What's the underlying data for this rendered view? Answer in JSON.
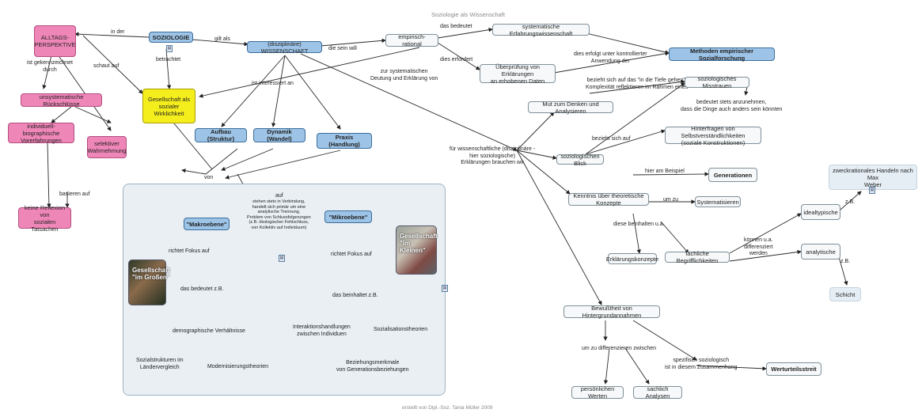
{
  "header": {
    "title": "Soziologie als Wissenschaft"
  },
  "footer": {
    "credit": "erstellt von Dipl.-Soz. Tania Müller 2009"
  },
  "nodes": {
    "alltags": "ALLTAGS-\nPERSPEKTIVE",
    "soziologie": "SOZIOLOGIE",
    "wissenschaft": "(disziplinäre) WISSENSCHAFT",
    "empirisch": "empirisch-rational",
    "systematisch": "systematische Erfahrungswissenschaft",
    "methoden": "Methoden empirischer Sozialforschung",
    "ueberpruefung": "Überprüfung von Erklärungen\nan erhobenen Daten",
    "rueckschluesse": "unsystematische Rückschlüsse",
    "individuell": "individuell-biographische\nVorerfahrungen",
    "selektiv": "selektiver\nWahrnehmung",
    "keine": "keine Reflexion von\nsozialen Tatsachen",
    "gesellschaft": "Gesellschaft als\nsozialer Wirklichkeit",
    "aufbau": "Aufbau (Struktur)",
    "dynamik": "Dynamik (Wandel)",
    "praxis": "Praxis (Handlung)",
    "mut": "Mut zum Denken und Analysieren",
    "misstrauen": "soziologisches Misstrauen",
    "hinterfragen": "Hinterfragen von Selbstverständlichkeiten\n(soziale Konstruktionen)",
    "blick": "soziologischen Blick",
    "generationen": "Generationen",
    "kenntnis": "Kenntnis über theoretische Konzepte",
    "systematisieren": "Systematisieren",
    "erklaerungskonzepte": "Erklärungskonzepte",
    "fachliche": "fachliche Begrifflichkeiten",
    "idealtypische": "idealtypische",
    "analytische": "analytische",
    "zweckrational": "zweckrationales Handeln nach Max\nWeber",
    "schicht": "Schicht",
    "bewusstheit": "Bewußtheit von Hintergrundannahmen",
    "persoenlich": "persönlichen Werten",
    "sachlich": "sachlich Analysen",
    "werturteil": "Werturteilsstreit",
    "makro": "\"Makroebene\"",
    "mikro": "\"Mikroebene\"",
    "photo_makro": "Gesellschaft\n\"im Großen\"",
    "photo_mikro": "Gesellschaft\n\"im Kleinen\"",
    "demographische": "demographische Verhältnisse",
    "sozialstrukturen": "Sozialstrukturen im\nLändervergleich",
    "modernisierung": "Modernisierungstheorien",
    "interaktion": "Interaktionshandlungen\nzwischen Individuen",
    "sozialisation": "Sozialisationstheorien",
    "beziehung": "Beziehungsmerkmale\nvon Generationsbeziehungen"
  },
  "labels": {
    "in_der": "in der",
    "gilt_als": "gilt als",
    "betrachtet": "betrachtet",
    "die_sein_will": "die sein will",
    "das_bedeutet": "das bedeutet",
    "dies_erfordert": "dies erfordert",
    "zur_systematischen": "zur systematischen\nDeutung und Erklärung von",
    "dies_erfolgt": "dies erfolgt unter kontrollierter\nAnwendung der",
    "ist_gekennzeichnet": "ist gekennzeichnet\ndurch",
    "schaut_auf": "schaut auf",
    "ist_interessiert": "ist interessiert an",
    "basieren_auf": "basieren auf",
    "von": "von",
    "auf": "auf",
    "stehen_stets": "stehen stets in Verbindung,\nhandelt sich primär um eine\nanalytische Trennung,\nProblem von Schlussfolgerungen\n(z.B. ökologischer Fehlschluss,\nvon Kollektiv auf Individuum)",
    "bezieht_tiefe": "bezieht sich auf das \"in die Tiefe gehen\",\nKomplexität reflektieren im Rahmen eines",
    "bedeutet_stets": "bedeutet stets anzunehmen,\ndass die Dinge auch anders sein könnten",
    "fuer_wissenschaftliche": "für wissenschaftliche (disziplinäre -\nhier soziologische)\nErklärungen brauchen wir",
    "bezieht_sich_auf": "bezieht sich auf",
    "hier_am_beispiel": "hier am Beispiel",
    "um_zu": "um zu",
    "diese_beinhalten": "diese beinhalten u.a.",
    "koennen_ua": "können u.a.\ndifferenziert\nwerden",
    "zb1": "z.B.",
    "zb2": "z.B.",
    "richtet_makro": "richtet Fokus auf",
    "richtet_mikro": "richtet Fokus auf",
    "das_bedeutet_zb": "das bedeutet z.B.",
    "das_beinhaltet_zb": "das beinhaltet z.B.",
    "um_zu_differenzieren": "um zu differenzieren zwischen",
    "spezifisch": "spezifisch soziologisch\nist in diesem Zusammenhang"
  },
  "colors": {
    "blue": "#9dc3e6",
    "pink": "#ef86b8",
    "yellow": "#f5ee1d",
    "panel": "#e9eff3"
  }
}
